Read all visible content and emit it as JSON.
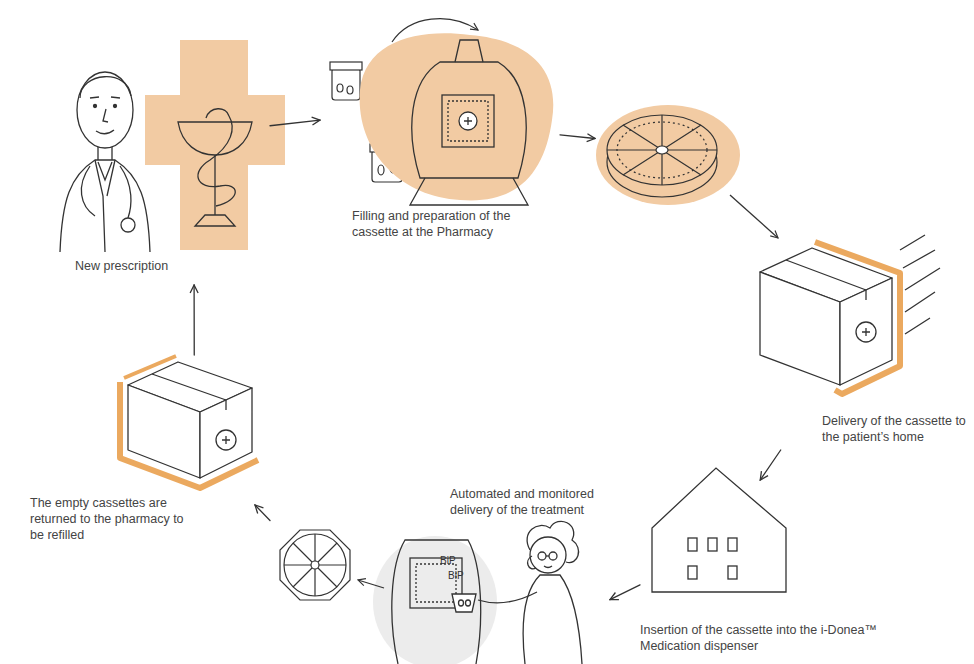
{
  "diagram": {
    "nodes": [
      {
        "text": [
          "New prescription"
        ]
      },
      {
        "text": [
          "Filling and preparation of the cassette at the Pharmacy"
        ]
      },
      {
        "text": [
          "Delivery of the cassette to the patient’s home"
        ]
      },
      {
        "text": [
          "Insertion of the cassette into the i-Donea™ Medication dispenser"
        ]
      },
      {
        "text": [
          "Automated and monitored delivery of the treatment"
        ]
      },
      {
        "text": [
          "The empty cassettes are returned to the pharmacy to be refilled"
        ]
      }
    ],
    "edges": [
      {
        "from": 0,
        "to": 1,
        "arrow": "to"
      },
      {
        "from": 1,
        "to": 2,
        "arrow": "to"
      },
      {
        "from": 2,
        "to": 3,
        "arrow": "to"
      },
      {
        "from": 3,
        "to": 4,
        "arrow": "to"
      },
      {
        "from": 4,
        "to": 5,
        "arrow": "to"
      },
      {
        "from": 5,
        "to": 0,
        "arrow": "to"
      }
    ],
    "labels": [
      "BiP",
      "BiP"
    ]
  }
}
